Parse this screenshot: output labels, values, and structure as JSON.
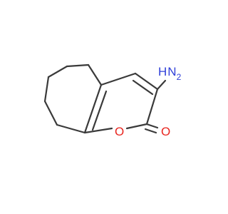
{
  "molecule": {
    "atoms": {
      "nitrogen": {
        "symbol": "N",
        "hydrogens": "H",
        "count": "2",
        "color": "#2f3fd8"
      },
      "ring_oxygen": {
        "symbol": "O",
        "color": "#e8251f"
      },
      "carbonyl_oxygen": {
        "symbol": "O",
        "color": "#e8251f"
      }
    },
    "bond_color": "#3a3a3a"
  }
}
